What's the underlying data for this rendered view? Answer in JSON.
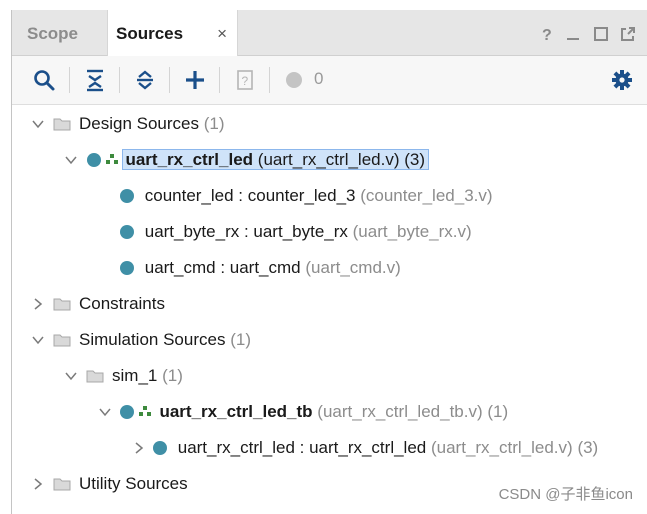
{
  "tabs": [
    {
      "label": "Scope"
    },
    {
      "label": "Sources",
      "close": "×"
    }
  ],
  "toolbar": {
    "count": "0"
  },
  "tree": {
    "design_sources": {
      "label": "Design Sources",
      "count": "(1)"
    },
    "top": {
      "name": "uart_rx_ctrl_led",
      "file": "(uart_rx_ctrl_led.v)",
      "count": "(3)"
    },
    "children": [
      {
        "inst": "counter_led : counter_led_3",
        "file": "(counter_led_3.v)"
      },
      {
        "inst": "uart_byte_rx : uart_byte_rx",
        "file": "(uart_byte_rx.v)"
      },
      {
        "inst": "uart_cmd : uart_cmd",
        "file": "(uart_cmd.v)"
      }
    ],
    "constraints": {
      "label": "Constraints"
    },
    "simulation_sources": {
      "label": "Simulation Sources",
      "count": "(1)"
    },
    "sim_1": {
      "label": "sim_1",
      "count": "(1)"
    },
    "tb": {
      "name": "uart_rx_ctrl_led_tb",
      "file": "(uart_rx_ctrl_led_tb.v)",
      "count": "(1)"
    },
    "tb_child": {
      "inst": "uart_rx_ctrl_led : uart_rx_ctrl_led",
      "file": "(uart_rx_ctrl_led.v)",
      "count": "(3)"
    },
    "utility_sources": {
      "label": "Utility Sources"
    }
  },
  "watermark": "CSDN @子非鱼icon",
  "colors": {
    "accent": "#1b4f8a",
    "module_dot": "#3f8fa6",
    "selection": "#cfe3f9"
  }
}
